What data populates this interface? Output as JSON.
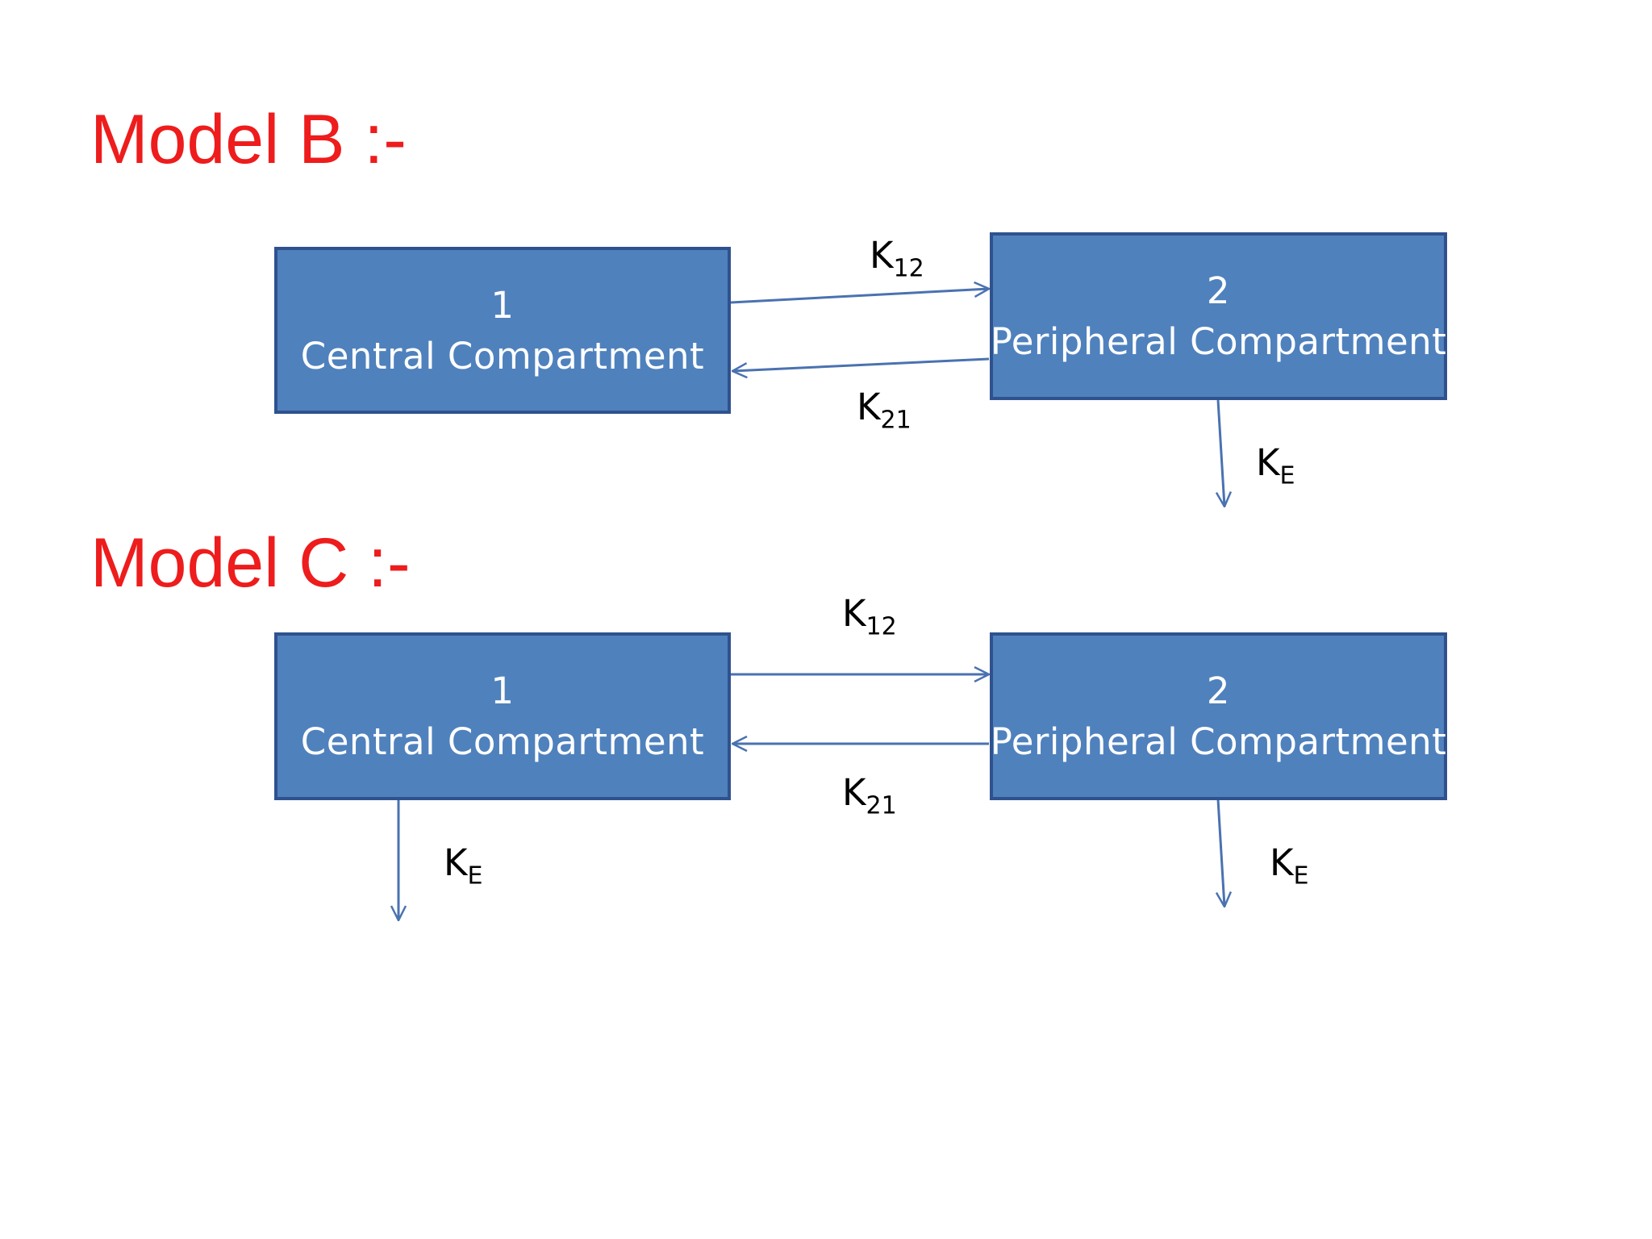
{
  "colors": {
    "heading": "#ee1c1c",
    "box_fill": "#4f81bd",
    "box_border": "#2f528f",
    "arrow": "#4a72b0",
    "label": "#000000"
  },
  "model_b": {
    "heading": "Model B :-",
    "central": {
      "number": "1",
      "label": "Central Compartment"
    },
    "peripheral": {
      "number": "2",
      "label": "Peripheral Compartment"
    },
    "k12": {
      "base": "K",
      "sub": "12"
    },
    "k21": {
      "base": "K",
      "sub": "21"
    },
    "ke": {
      "base": "K",
      "sub": "E"
    }
  },
  "model_c": {
    "heading": "Model C :-",
    "central": {
      "number": "1",
      "label": "Central Compartment"
    },
    "peripheral": {
      "number": "2",
      "label": "Peripheral Compartment"
    },
    "k12": {
      "base": "K",
      "sub": "12"
    },
    "k21": {
      "base": "K",
      "sub": "21"
    },
    "ke_central": {
      "base": "K",
      "sub": "E"
    },
    "ke_peripheral": {
      "base": "K",
      "sub": "E"
    }
  }
}
